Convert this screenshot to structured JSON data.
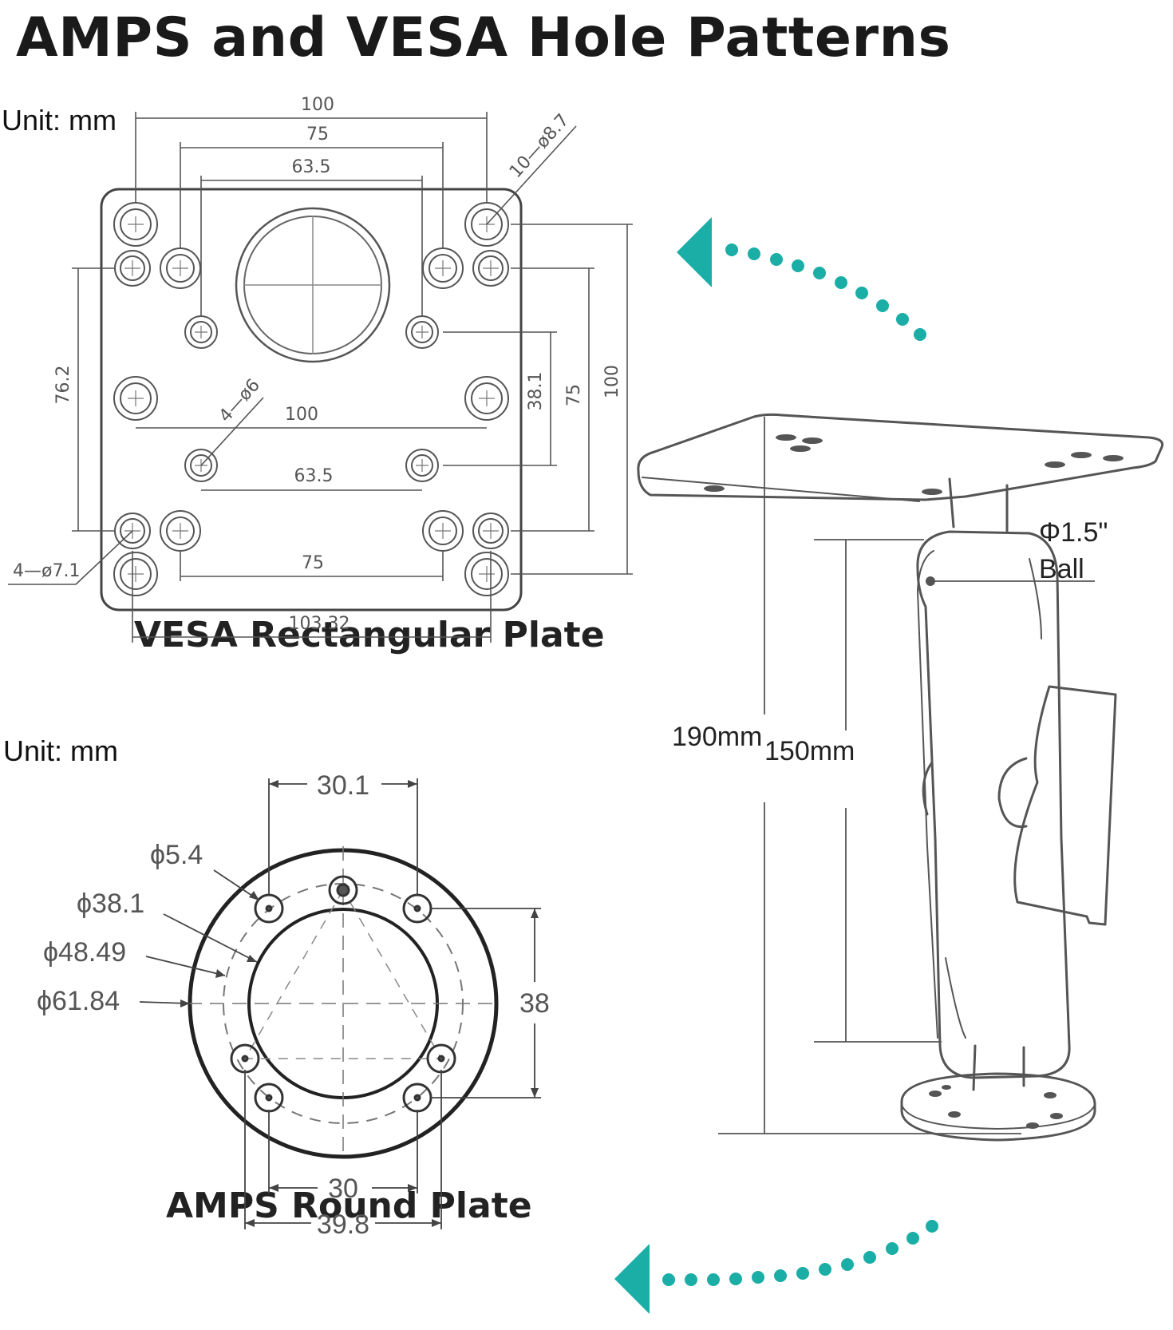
{
  "title": "AMPS and VESA Hole Patterns",
  "vesa": {
    "unit": "Unit: mm",
    "caption": "VESA Rectangular Plate",
    "dims": {
      "top_100": "100",
      "top_75": "75",
      "top_63_5": "63.5",
      "holes_10": "10—ø8.7",
      "holes_4_6": "4—ø6",
      "holes_4_7_1": "4—ø7.1",
      "mid_100": "100",
      "mid_63_5": "63.5",
      "bot_75": "75",
      "bot_103_32": "103.32",
      "left_76_2": "76.2",
      "right_38_1": "38.1",
      "right_75": "75",
      "right_100": "100"
    }
  },
  "amps": {
    "unit": "Unit: mm",
    "caption": "AMPS Round Plate",
    "dims": {
      "top_30_1": "30.1",
      "d5_4": "ϕ5.4",
      "d38_1": "ϕ38.1",
      "d48_49": "ϕ48.49",
      "d61_84": "ϕ61.84",
      "right_38": "38",
      "bot_30": "30",
      "bot_39_8": "39.8"
    }
  },
  "mount": {
    "ball_size": "Φ1.5\"",
    "ball_label": "Ball",
    "height_190": "190mm",
    "height_150": "150mm"
  },
  "colors": {
    "accent": "#1aaea6",
    "line": "#555555"
  },
  "icons": [
    "arrow-left-icon"
  ]
}
